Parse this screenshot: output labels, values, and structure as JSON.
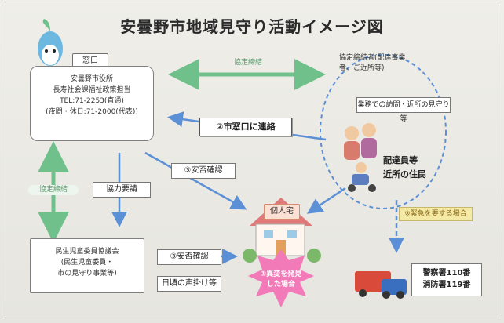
{
  "title": "安曇野市地域見守り活動イメージ図",
  "city_office": {
    "tag": "窓口",
    "lines": [
      "安曇野市役所",
      "長寿社会課福祉政策担当",
      "TEL:71-2253(直通)",
      "(夜間・休日:71-2000(代表))"
    ]
  },
  "agreement_top": "協定締結",
  "agreement_left": "協定締結",
  "partners": {
    "label": "協定締結者(配達事業者、ご近所等)",
    "activity": "業務での訪問・近所の見守り等",
    "caption_1": "配達員等",
    "caption_2": "近所の住民"
  },
  "contact_city": "②市窓口に連絡",
  "safety_check_1": "③安否確認",
  "cooperation_request": "協力要請",
  "house_label": "個人宅",
  "anomaly": "①異変を発見した場合",
  "emergency_note": "※緊急を要する場合",
  "council": {
    "lines": [
      "民生児童委員協議会",
      "(民生児童委員・",
      "市の見守り事業等)"
    ]
  },
  "safety_check_2": "③安否確認",
  "daily_greeting": "日頃の声掛け等",
  "police": {
    "line1": "警察署110番",
    "line2": "消防署119番"
  },
  "colors": {
    "green_arrow": "#6fc08a",
    "blue_arrow": "#5b8fd6",
    "house_roof": "#e07a7a",
    "burst": "#f27ab8"
  }
}
